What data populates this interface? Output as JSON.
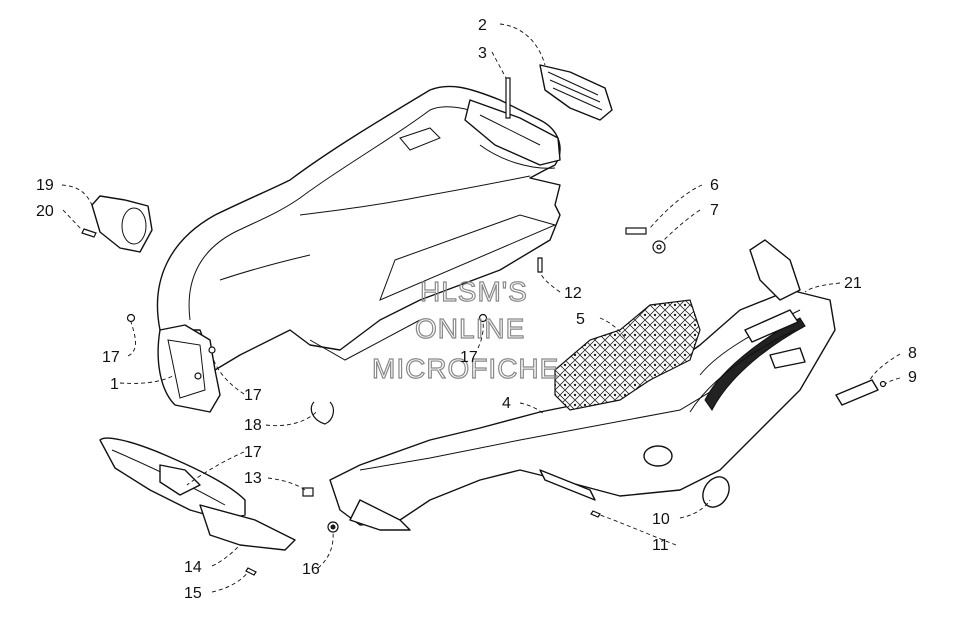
{
  "callouts": [
    {
      "id": "c1",
      "label": "1"
    },
    {
      "id": "c2",
      "label": "2"
    },
    {
      "id": "c3",
      "label": "3"
    },
    {
      "id": "c4",
      "label": "4"
    },
    {
      "id": "c5",
      "label": "5"
    },
    {
      "id": "c6",
      "label": "6"
    },
    {
      "id": "c7",
      "label": "7"
    },
    {
      "id": "c8",
      "label": "8"
    },
    {
      "id": "c9",
      "label": "9"
    },
    {
      "id": "c10",
      "label": "10"
    },
    {
      "id": "c11",
      "label": "11"
    },
    {
      "id": "c12",
      "label": "12"
    },
    {
      "id": "c13",
      "label": "13"
    },
    {
      "id": "c14",
      "label": "14"
    },
    {
      "id": "c15",
      "label": "15"
    },
    {
      "id": "c16",
      "label": "16"
    },
    {
      "id": "c17a",
      "label": "17"
    },
    {
      "id": "c17b",
      "label": "17"
    },
    {
      "id": "c17c",
      "label": "17"
    },
    {
      "id": "c17d",
      "label": "17"
    },
    {
      "id": "c18",
      "label": "18"
    },
    {
      "id": "c19",
      "label": "19"
    },
    {
      "id": "c20",
      "label": "20"
    },
    {
      "id": "c21",
      "label": "21"
    }
  ],
  "watermark": {
    "line1": "HLSM'S",
    "line2": "ONLINE",
    "line3": "MICROFICHE"
  }
}
